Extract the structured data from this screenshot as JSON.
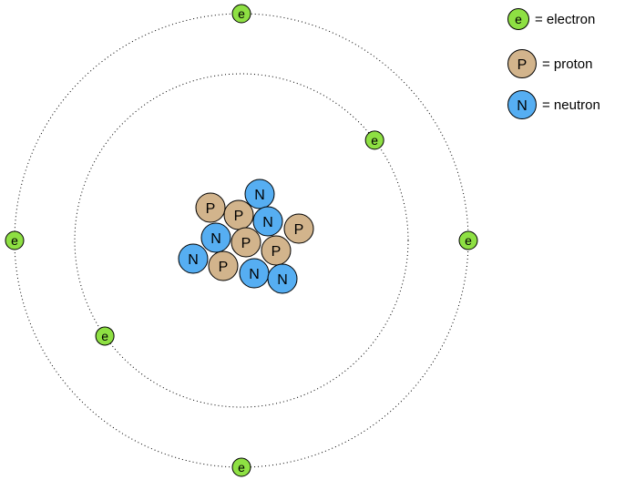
{
  "particles": {
    "electron": {
      "symbol": "e",
      "color": "#8ee043",
      "radius": 10
    },
    "proton": {
      "symbol": "P",
      "color": "#d2b48c",
      "radius": 16
    },
    "neutron": {
      "symbol": "N",
      "color": "#56aef2",
      "radius": 16
    }
  },
  "legend": [
    {
      "type": "electron",
      "label": "= electron"
    },
    {
      "type": "proton",
      "label": "= proton"
    },
    {
      "type": "neutron",
      "label": "= neutron"
    }
  ],
  "nucleus": [
    {
      "type": "neutron"
    },
    {
      "type": "proton"
    },
    {
      "type": "proton"
    },
    {
      "type": "neutron"
    },
    {
      "type": "proton"
    },
    {
      "type": "neutron"
    },
    {
      "type": "proton"
    },
    {
      "type": "proton"
    },
    {
      "type": "neutron"
    },
    {
      "type": "proton"
    },
    {
      "type": "neutron"
    },
    {
      "type": "neutron"
    }
  ],
  "shells": [
    {
      "electron_count": 2
    },
    {
      "electron_count": 4
    }
  ]
}
